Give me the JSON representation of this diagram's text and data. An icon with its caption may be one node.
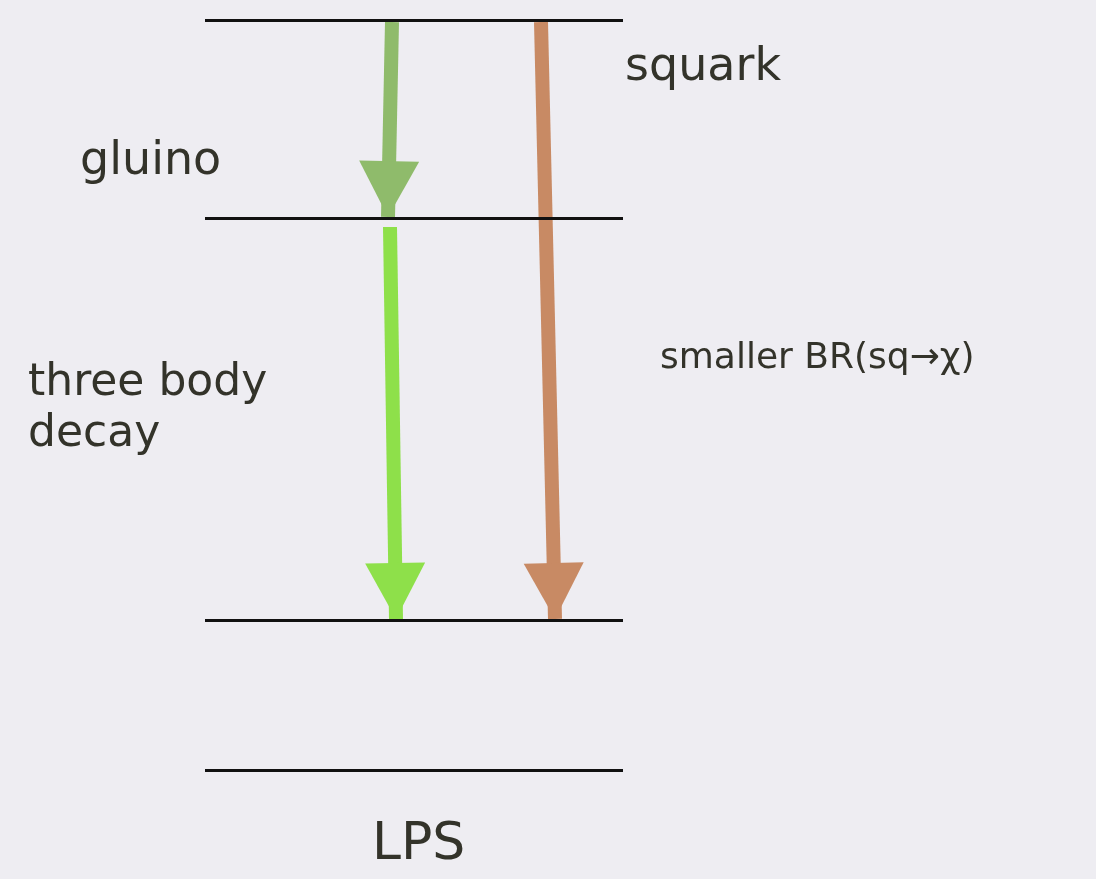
{
  "diagram": {
    "nodes": [
      {
        "text": [],
        "shape": "bar",
        "beside": [
          "squark"
        ]
      },
      {
        "text": [],
        "shape": "bar",
        "beside": [
          "gluino"
        ]
      },
      {
        "text": [],
        "shape": "bar"
      },
      {
        "text": [],
        "shape": "bar",
        "beside": [
          "LPS"
        ]
      }
    ],
    "edges": [
      {
        "from": 0,
        "to": 1,
        "arrow": "to",
        "color": "#8fbb6b"
      },
      {
        "from": 1,
        "to": 2,
        "arrow": "to",
        "color": "#8ee04a"
      },
      {
        "from": 0,
        "to": 2,
        "arrow": "to",
        "color": "#c88a64"
      }
    ],
    "labels": [
      "three body decay",
      "smaller BR(sq→χ)"
    ]
  }
}
